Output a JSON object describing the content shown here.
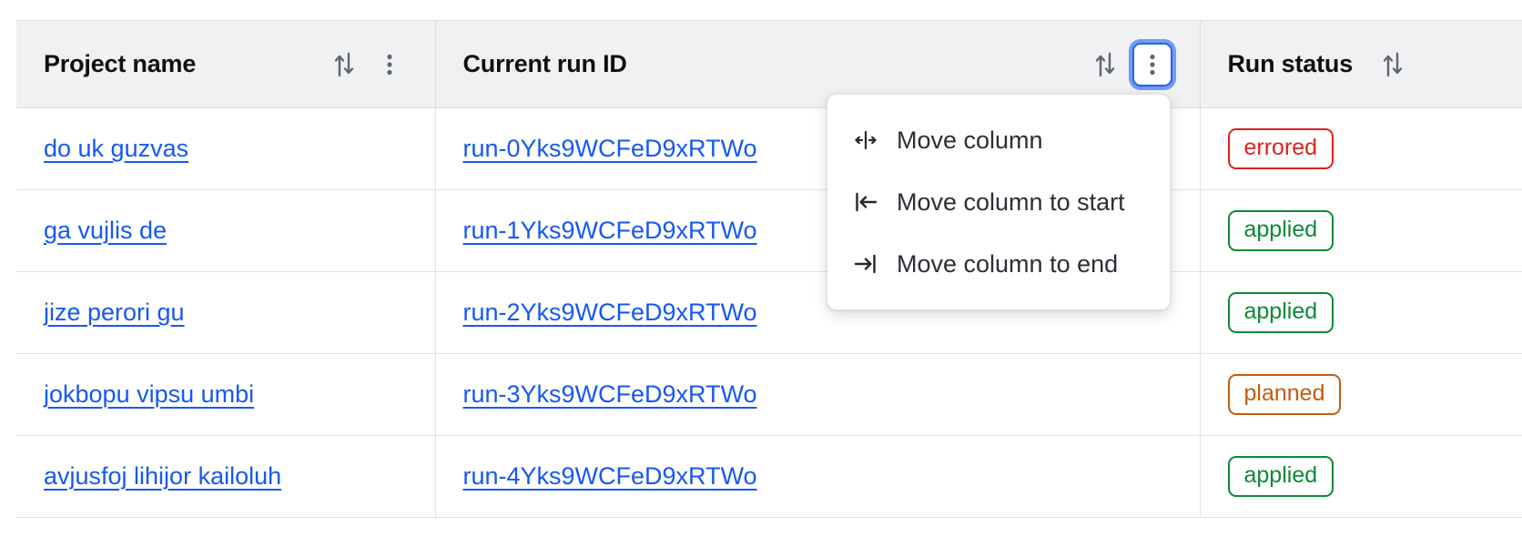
{
  "table": {
    "columns": [
      {
        "key": "project_name",
        "label": "Project name",
        "sort_icon": "sort-arrows-icon",
        "menu_icon": "kebab-menu-icon",
        "menu_focused": false
      },
      {
        "key": "current_run_id",
        "label": "Current run ID",
        "sort_icon": "sort-arrows-icon",
        "menu_icon": "kebab-menu-icon",
        "menu_focused": true
      },
      {
        "key": "run_status",
        "label": "Run status",
        "sort_icon": "sort-arrows-icon",
        "menu_icon": null,
        "menu_focused": false
      }
    ],
    "rows": [
      {
        "project_name": "do uk guzvas",
        "current_run_id": "run-0Yks9WCFeD9xRTWo",
        "run_status": "errored",
        "status_variant": "errored"
      },
      {
        "project_name": "ga vujlis de",
        "current_run_id": "run-1Yks9WCFeD9xRTWo",
        "run_status": "applied",
        "status_variant": "applied"
      },
      {
        "project_name": "jize perori gu",
        "current_run_id": "run-2Yks9WCFeD9xRTWo",
        "run_status": "applied",
        "status_variant": "applied"
      },
      {
        "project_name": "jokbopu vipsu umbi",
        "current_run_id": "run-3Yks9WCFeD9xRTWo",
        "run_status": "planned",
        "status_variant": "planned"
      },
      {
        "project_name": "avjusfoj lihijor kailoluh",
        "current_run_id": "run-4Yks9WCFeD9xRTWo",
        "run_status": "applied",
        "status_variant": "applied"
      }
    ]
  },
  "column_menu": {
    "open_for_column": "Current run ID",
    "items": [
      {
        "label": "Move column",
        "icon": "move-column-icon"
      },
      {
        "label": "Move column to start",
        "icon": "move-to-start-icon"
      },
      {
        "label": "Move column to end",
        "icon": "move-to-end-icon"
      }
    ]
  },
  "colors": {
    "link": "#1659f0",
    "errored": "#e02020",
    "applied": "#0b8a36",
    "planned": "#c45c0c",
    "focus_ring": "#6f9cf5",
    "focus_border": "#2563eb",
    "header_bg": "#f0f1f3"
  }
}
